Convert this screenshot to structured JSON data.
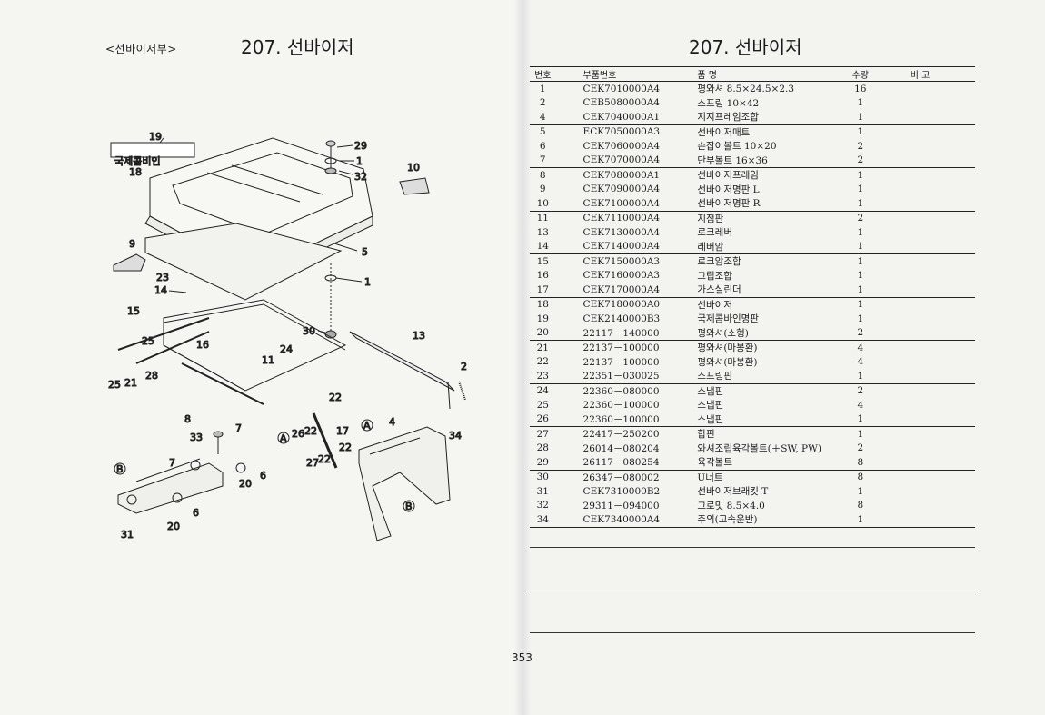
{
  "left_page": {
    "section_tag": "<선바이저부>",
    "title": "207. 선바이저"
  },
  "right_page": {
    "title": "207. 선바이저",
    "page_number": "353"
  },
  "diagram": {
    "badge_text": "국제콤비인",
    "callouts": {
      "c19": "19",
      "c18": "18",
      "c9": "9",
      "c29": "29",
      "c1a": "1",
      "c32": "32",
      "c10": "10",
      "c5": "5",
      "c1b": "1",
      "c23": "23",
      "c14": "14",
      "c15": "15",
      "c25a": "25",
      "c16": "16",
      "c30": "30",
      "c13": "13",
      "c24": "24",
      "c11": "11",
      "c28": "28",
      "c25b": "25",
      "c21": "21",
      "c2": "2",
      "c22a": "22",
      "c8": "8",
      "c7a": "7",
      "c33": "33",
      "c17": "17",
      "c26": "26",
      "c22b": "22",
      "c22c": "22",
      "c27": "27",
      "c22d": "22",
      "c4": "4",
      "c34": "34",
      "c7b": "7",
      "c6a": "6",
      "c20a": "20",
      "c6b": "6",
      "c20b": "20",
      "c31": "31",
      "markA1": "A",
      "markA2": "A",
      "markB1": "B",
      "markB2": "B"
    }
  },
  "table": {
    "headers": {
      "no": "번호",
      "part_no": "부품번호",
      "name": "품    명",
      "qty": "수량",
      "remarks": "비  고"
    },
    "rows": [
      {
        "no": "1",
        "part_no": "CEK7010000A4",
        "name": "평와셔 8.5×24.5×2.3",
        "qty": "16"
      },
      {
        "no": "2",
        "part_no": "CEB5080000A4",
        "name": "스프링 10×42",
        "qty": "1"
      },
      {
        "no": "4",
        "part_no": "CEK7040000A1",
        "name": "지지프레임조합",
        "qty": "1"
      },
      {
        "no": "5",
        "part_no": "ECK7050000A3",
        "name": "선바이저매트",
        "qty": "1"
      },
      {
        "no": "6",
        "part_no": "CEK7060000A4",
        "name": "손잡이볼트 10×20",
        "qty": "2"
      },
      {
        "no": "7",
        "part_no": "CEK7070000A4",
        "name": "단부볼트 16×36",
        "qty": "2"
      },
      {
        "no": "8",
        "part_no": "CEK7080000A1",
        "name": "선바이저프레임",
        "qty": "1"
      },
      {
        "no": "9",
        "part_no": "CEK7090000A4",
        "name": "선바이저명판 L",
        "qty": "1"
      },
      {
        "no": "10",
        "part_no": "CEK7100000A4",
        "name": "선바이저명판 R",
        "qty": "1"
      },
      {
        "no": "11",
        "part_no": "CEK7110000A4",
        "name": "지점판",
        "qty": "2"
      },
      {
        "no": "13",
        "part_no": "CEK7130000A4",
        "name": "로크레버",
        "qty": "1"
      },
      {
        "no": "14",
        "part_no": "CEK7140000A4",
        "name": "레버암",
        "qty": "1"
      },
      {
        "no": "15",
        "part_no": "CEK7150000A3",
        "name": "로크암조합",
        "qty": "1"
      },
      {
        "no": "16",
        "part_no": "CEK7160000A3",
        "name": "그립조합",
        "qty": "1"
      },
      {
        "no": "17",
        "part_no": "CEK7170000A4",
        "name": "가스실린더",
        "qty": "1"
      },
      {
        "no": "18",
        "part_no": "CEK7180000A0",
        "name": "선바이저",
        "qty": "1"
      },
      {
        "no": "19",
        "part_no": "CEK2140000B3",
        "name": "국제콤바인명판",
        "qty": "1"
      },
      {
        "no": "20",
        "part_no": "22117－140000",
        "name": "평와셔(소형)",
        "qty": "2"
      },
      {
        "no": "21",
        "part_no": "22137－100000",
        "name": "평와셔(마봉환)",
        "qty": "4"
      },
      {
        "no": "22",
        "part_no": "22137－100000",
        "name": "평와셔(마봉환)",
        "qty": "4"
      },
      {
        "no": "23",
        "part_no": "22351－030025",
        "name": "스프링핀",
        "qty": "1"
      },
      {
        "no": "24",
        "part_no": "22360－080000",
        "name": "스냅핀",
        "qty": "2"
      },
      {
        "no": "25",
        "part_no": "22360－100000",
        "name": "스냅핀",
        "qty": "4"
      },
      {
        "no": "26",
        "part_no": "22360－100000",
        "name": "스냅핀",
        "qty": "1"
      },
      {
        "no": "27",
        "part_no": "22417－250200",
        "name": "합핀",
        "qty": "1"
      },
      {
        "no": "28",
        "part_no": "26014－080204",
        "name": "와셔조립육각볼트(＋SW, PW)",
        "qty": "2"
      },
      {
        "no": "29",
        "part_no": "26117－080254",
        "name": "육각볼트",
        "qty": "8"
      },
      {
        "no": "30",
        "part_no": "26347－080002",
        "name": "U너트",
        "qty": "8"
      },
      {
        "no": "31",
        "part_no": "CEK7310000B2",
        "name": "선바이저브래킷 T",
        "qty": "1"
      },
      {
        "no": "32",
        "part_no": "29311－094000",
        "name": "그로밋 8.5×4.0",
        "qty": "8"
      },
      {
        "no": "34",
        "part_no": "CEK7340000A4",
        "name": "주의(고속운반)",
        "qty": "1"
      }
    ]
  }
}
